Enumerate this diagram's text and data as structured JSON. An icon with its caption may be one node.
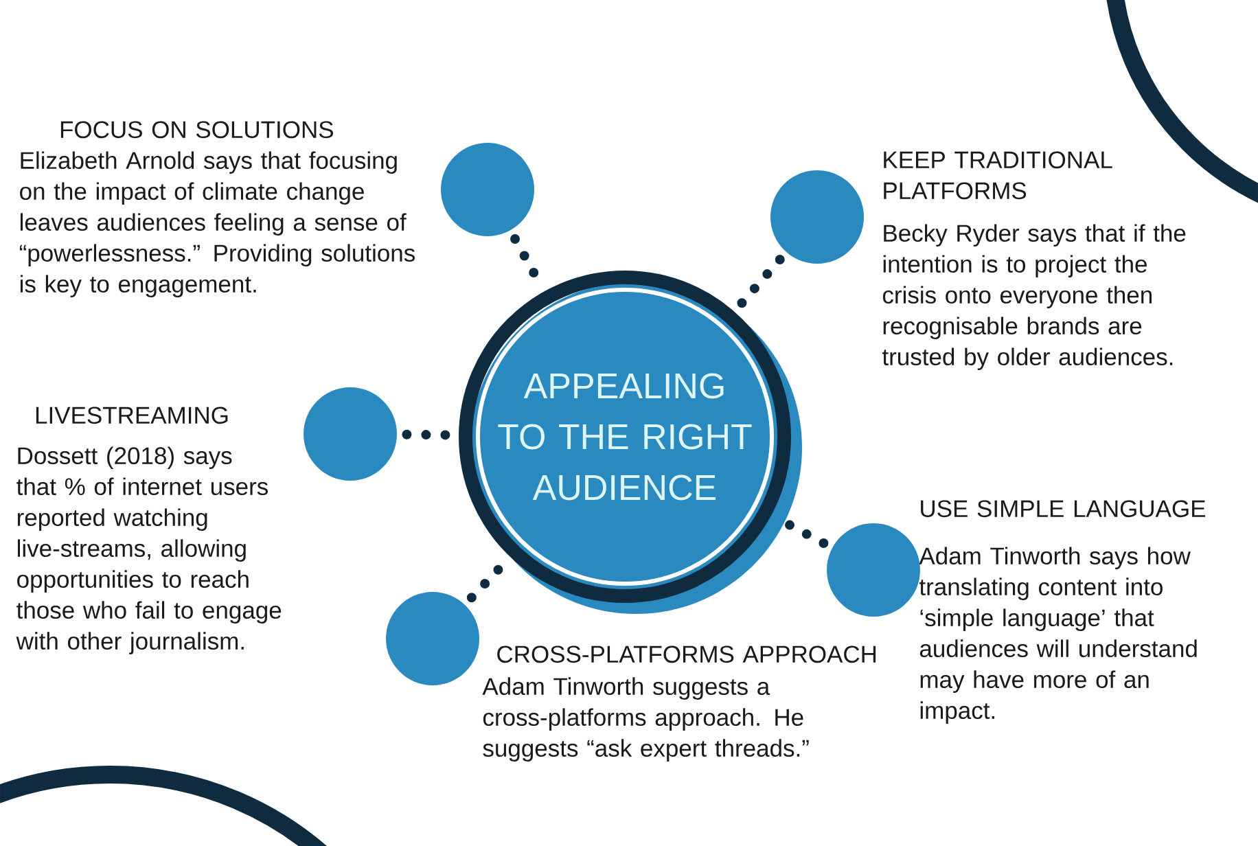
{
  "diagram": {
    "nodes": [
      {
        "text": [
          "APPEALING TO THE RIGHT AUDIENCE"
        ]
      },
      {
        "text": [],
        "shape": "circle",
        "beside": [
          "FOCUS ON SOLUTIONS",
          "Elizabeth Arnold says that focusing on the impact of climate change leaves audiences feeling a sense of “powerlessness.” Providing solutions is key to engagement."
        ]
      },
      {
        "text": [],
        "shape": "circle",
        "beside": [
          "KEEP TRADITIONAL PLATFORMS",
          "Becky Ryder says that if the intention is to project the crisis onto everyone then recognisable brands are trusted by older audiences."
        ]
      },
      {
        "text": [],
        "shape": "circle",
        "beside": [
          "LIVESTREAMING",
          "Dossett (2018) says that % of internet users reported watching live-streams, allowing opportunities to reach those who fail to engage with other journalism."
        ]
      },
      {
        "text": [],
        "shape": "circle",
        "beside": [
          "USE SIMPLE LANGUAGE",
          "Adam Tinworth says how translating content into ‘simple language’ that audiences will understand may have more of an impact."
        ]
      },
      {
        "text": [],
        "shape": "circle",
        "beside": [
          "CROSS-PLATFORMS APPROACH",
          "Adam Tinworth suggests a cross-platforms approach. He suggests “ask expert threads.”"
        ]
      }
    ],
    "edges": [
      {
        "from": 1,
        "to": 0,
        "arrow": "none",
        "style": "dashed"
      },
      {
        "from": 2,
        "to": 0,
        "arrow": "none",
        "style": "dashed"
      },
      {
        "from": 3,
        "to": 0,
        "arrow": "none",
        "style": "dashed"
      },
      {
        "from": 4,
        "to": 0,
        "arrow": "none",
        "style": "dashed"
      },
      {
        "from": 5,
        "to": 0,
        "arrow": "none",
        "style": "dashed"
      }
    ]
  }
}
